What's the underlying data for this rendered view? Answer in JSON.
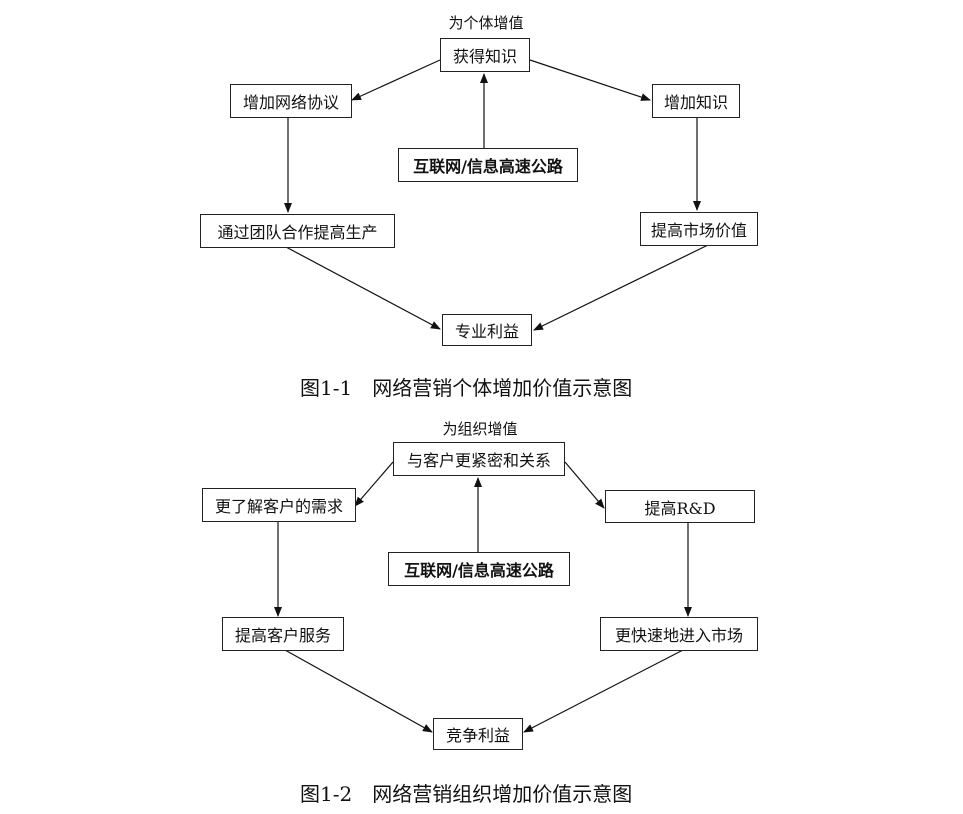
{
  "diagram1": {
    "top_label": "为个体增值",
    "knowledge": "获得知识",
    "protocol": "增加网络协议",
    "increase_knowledge": "增加知识",
    "internet": "互联网/信息高速公路",
    "teamwork": "通过团队合作提高生产",
    "market_value": "提高市场价值",
    "benefit": "专业利益",
    "caption": "图1-1　网络营销个体增加价值示意图"
  },
  "diagram2": {
    "top_label": "为组织增值",
    "relationship": "与客户更紧密和关系",
    "understand": "更了解客户的需求",
    "rnd": "提高R&D",
    "internet": "互联网/信息高速公路",
    "service": "提高客户服务",
    "market": "更快速地进入市场",
    "benefit": "竞争利益",
    "caption": "图1-2　网络营销组织增加价值示意图"
  }
}
